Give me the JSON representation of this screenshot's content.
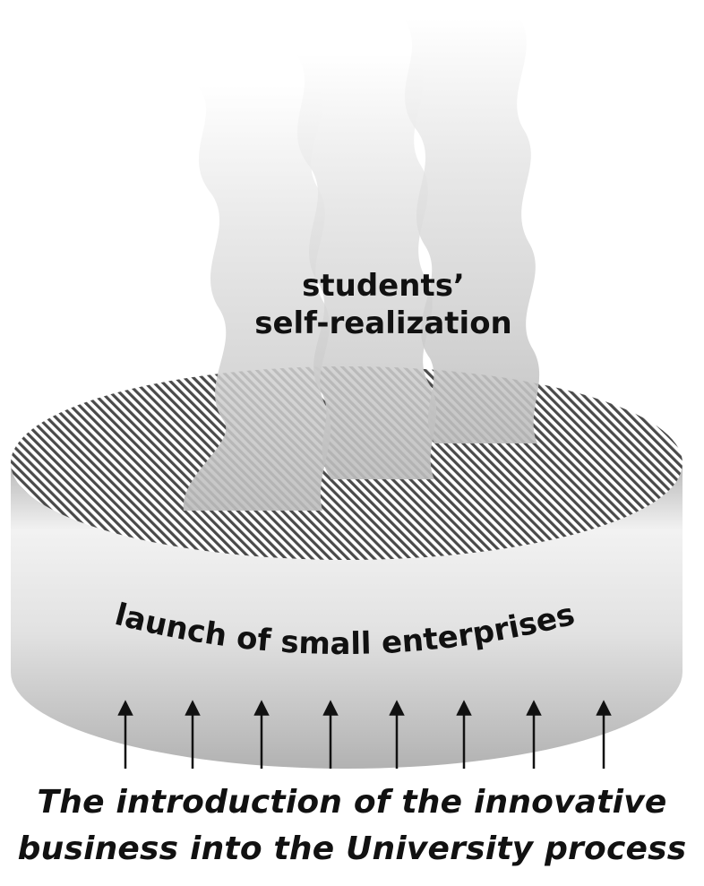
{
  "diagram": {
    "top_label": {
      "line1": "students’",
      "line2": "self-realization"
    },
    "rim_label": "launch of small enterprises",
    "caption": {
      "line1": "The introduction of the innovative",
      "line2": "business into the University process"
    },
    "arrow_count": 8,
    "colors": {
      "cylinder_dark": "#b4b4b4",
      "cylinder_light": "#eeeeee",
      "hatch": "#555555",
      "steam": "#c8c8c8",
      "text": "#111111"
    }
  }
}
